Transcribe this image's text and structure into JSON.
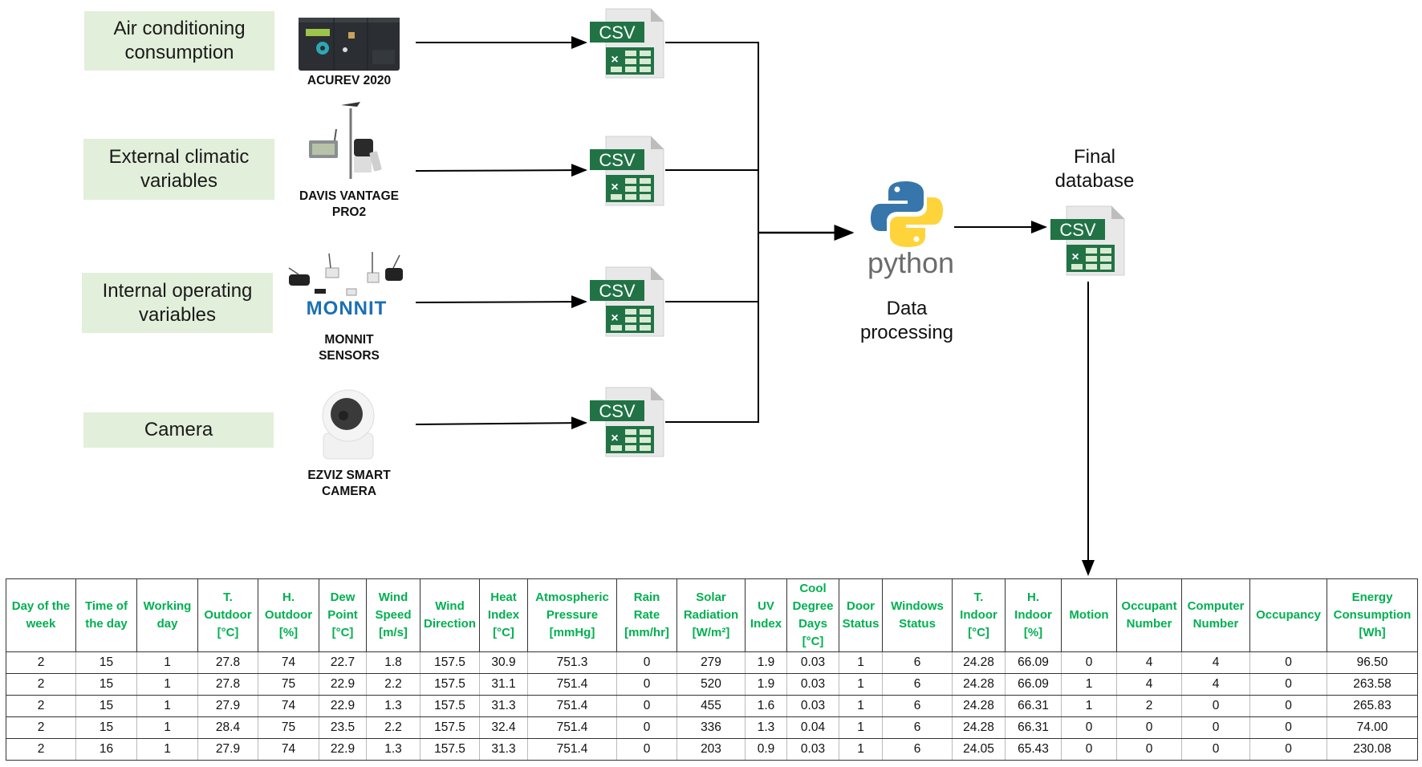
{
  "sources": [
    {
      "label": "Air conditioning\nconsumption",
      "device": "ACUREV 2020"
    },
    {
      "label": "External climatic\nvariables",
      "device": "DAVIS VANTAGE\nPRO2"
    },
    {
      "label": "Internal operating\nvariables",
      "device": "MONNIT\nSENSORS",
      "logo_text": "MONNIT"
    },
    {
      "label": "Camera",
      "device": "EZVIZ SMART\nCAMERA"
    }
  ],
  "csv_icon_text": "CSV",
  "processing": {
    "logo_text": "python",
    "label": "Data\nprocessing"
  },
  "final": {
    "label": "Final\ndatabase"
  },
  "colors": {
    "header_green": "#00b050",
    "box_green": "#e2efda",
    "csv_green": "#217346",
    "python_blue": "#3776ab",
    "python_yellow": "#ffd43b"
  },
  "table": {
    "columns": [
      "Day of the\nweek",
      "Time of\nthe day",
      "Working\nday",
      "T.\nOutdoor\n[°C]",
      "H.\nOutdoor\n[%]",
      "Dew\nPoint\n[°C]",
      "Wind\nSpeed\n[m/s]",
      "Wind\nDirection",
      "Heat\nIndex\n[°C]",
      "Atmospheric\nPressure\n[mmHg]",
      "Rain\nRate\n[mm/hr]",
      "Solar\nRadiation\n[W/m²]",
      "UV\nIndex",
      "Cool\nDegree\nDays\n[°C]",
      "Door\nStatus",
      "Windows\nStatus",
      "T.\nIndoor\n[°C]",
      "H.\nIndoor\n[%]",
      "Motion",
      "Occupant\nNumber",
      "Computer\nNumber",
      "Occupancy",
      "Energy\nConsumption\n[Wh]"
    ],
    "rows": [
      [
        "2",
        "15",
        "1",
        "27.8",
        "74",
        "22.7",
        "1.8",
        "157.5",
        "30.9",
        "751.3",
        "0",
        "279",
        "1.9",
        "0.03",
        "1",
        "6",
        "24.28",
        "66.09",
        "0",
        "4",
        "4",
        "0",
        "96.50"
      ],
      [
        "2",
        "15",
        "1",
        "27.8",
        "75",
        "22.9",
        "2.2",
        "157.5",
        "31.1",
        "751.4",
        "0",
        "520",
        "1.9",
        "0.03",
        "1",
        "6",
        "24.28",
        "66.09",
        "1",
        "4",
        "4",
        "0",
        "263.58"
      ],
      [
        "2",
        "15",
        "1",
        "27.9",
        "74",
        "22.9",
        "1.3",
        "157.5",
        "31.3",
        "751.4",
        "0",
        "455",
        "1.6",
        "0.03",
        "1",
        "6",
        "24.28",
        "66.31",
        "1",
        "2",
        "0",
        "0",
        "265.83"
      ],
      [
        "2",
        "15",
        "1",
        "28.4",
        "75",
        "23.5",
        "2.2",
        "157.5",
        "32.4",
        "751.4",
        "0",
        "336",
        "1.3",
        "0.04",
        "1",
        "6",
        "24.28",
        "66.31",
        "0",
        "0",
        "0",
        "0",
        "74.00"
      ],
      [
        "2",
        "16",
        "1",
        "27.9",
        "74",
        "22.9",
        "1.3",
        "157.5",
        "31.3",
        "751.4",
        "0",
        "203",
        "0.9",
        "0.03",
        "1",
        "6",
        "24.05",
        "65.43",
        "0",
        "0",
        "0",
        "0",
        "230.08"
      ]
    ]
  }
}
